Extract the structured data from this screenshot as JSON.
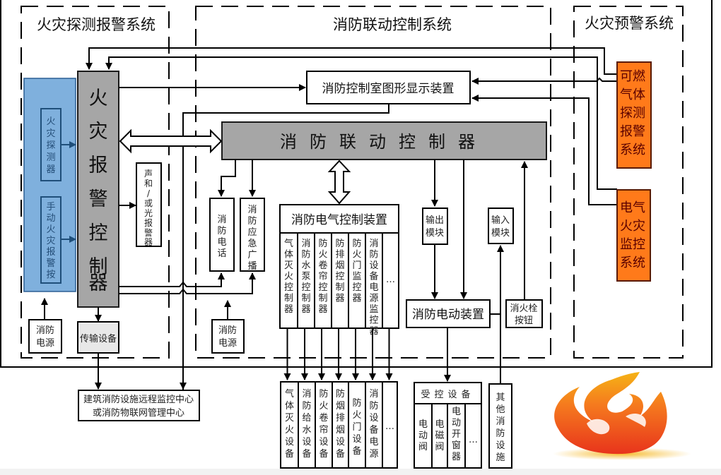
{
  "sections": {
    "detection": "火灾探测报警系统",
    "linkage": "消防联动控制系统",
    "warning": "火灾预警系统"
  },
  "detection_system": {
    "controller": "火灾报警控制器",
    "detector": "火灾探测器",
    "manual_button": "手动火灾报警按钮",
    "alarm_device": "声和/或光报警器",
    "power": "消防电源",
    "transmission": "传输设备"
  },
  "linkage_system": {
    "graphic_display": "消防控制室图形显示装置",
    "controller": "消防联动控制器",
    "fire_phone": "消防电话",
    "emergency_broadcast": "消防应急广播",
    "power": "消防电源",
    "electric_control_unit": {
      "title": "消防电气控制装置",
      "items": [
        "气体灭火控制器",
        "消防水泵控制器",
        "防火卷帘控制器",
        "防排烟控制器",
        "防火门监控器",
        "消防设备电源监控器",
        "…"
      ]
    },
    "output_module": "输出模块",
    "input_module": "输入模块",
    "electric_actuator": "消防电动装置",
    "hydrant_button": "消火栓按钮"
  },
  "warning_system": {
    "gas_detection": "可燃气体探测报警系统",
    "electrical_fire": "电气火灾监控系统"
  },
  "external": {
    "remote_center_line1": "建筑消防设施远程监控中心",
    "remote_center_line2": "或消防物联网管理中心",
    "equipment": [
      "气体灭火设备",
      "消防给水设备",
      "防火卷帘设备",
      "防烟排烟设备",
      "防火门设备",
      "消防设备电源",
      "…"
    ],
    "controlled_equipment": {
      "title": "受控设备",
      "items": [
        "电动阀",
        "电磁阀",
        "电动开窗器",
        "…"
      ]
    },
    "other_facilities": "其他消防设施"
  },
  "colors": {
    "controller_gray": "#a6a6a6",
    "detector_blue": "#7fb0dd",
    "warning_orange": "#ff7a1a",
    "flame_red": "#e8341c",
    "flame_yellow": "#f5b316"
  }
}
